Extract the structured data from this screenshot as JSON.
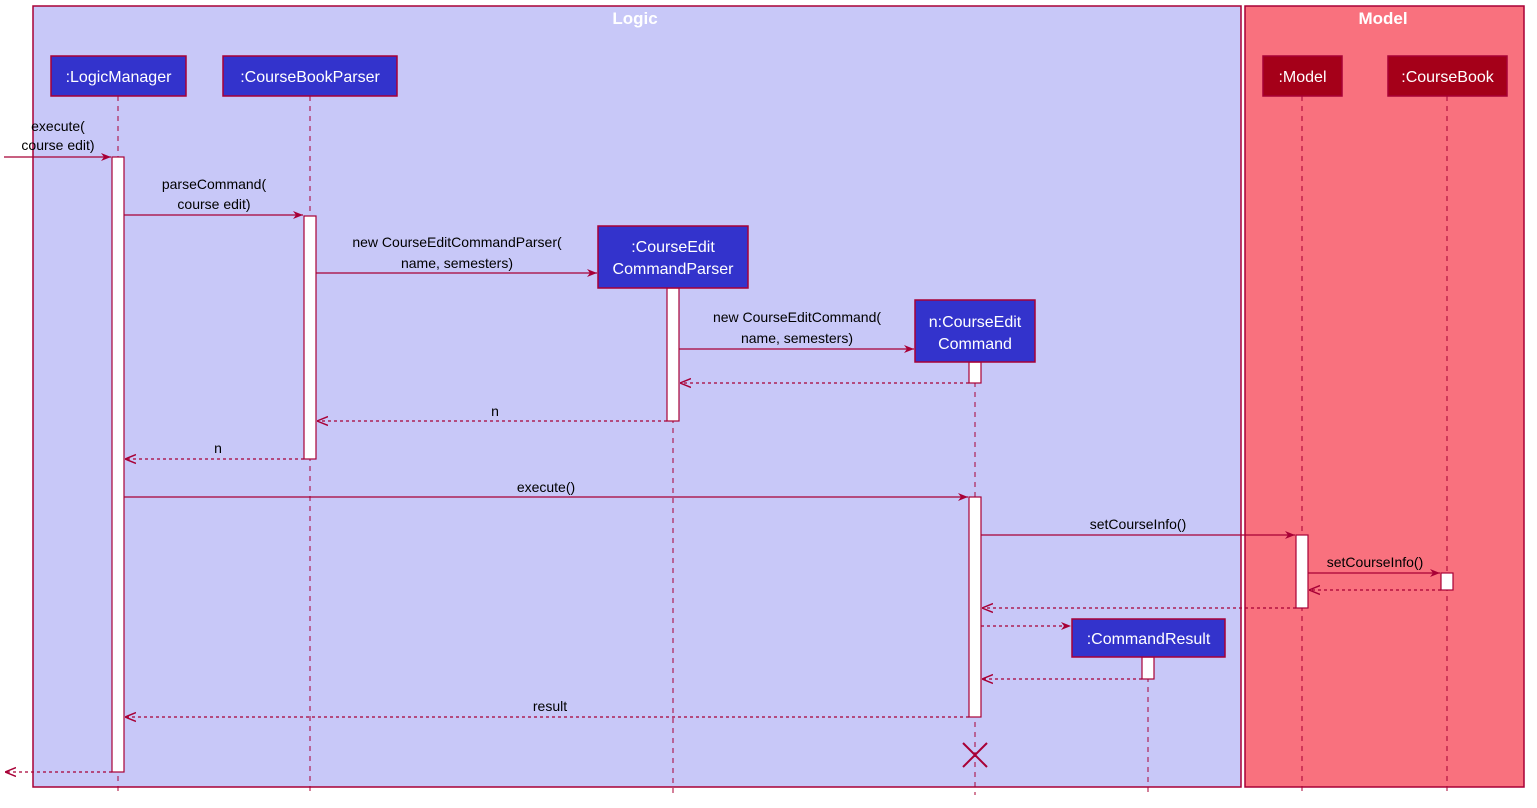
{
  "colors": {
    "logic_fill": "#c8c8f8",
    "model_fill": "#f9717e",
    "border": "#a80036",
    "participant_fill": "#3333cc",
    "model_participant_fill": "#a50019",
    "text_light": "#ffffff",
    "text_dark": "#000000"
  },
  "groups": {
    "logic": {
      "title": "Logic"
    },
    "model": {
      "title": "Model"
    }
  },
  "participants": {
    "logic_manager": {
      "label": ":LogicManager"
    },
    "coursebook_parser": {
      "label": ":CourseBookParser"
    },
    "edit_parser": {
      "label_line1": ":CourseEdit",
      "label_line2": "CommandParser"
    },
    "edit_command": {
      "label_line1": "n:CourseEdit",
      "label_line2": "Command"
    },
    "command_result": {
      "label": ":CommandResult"
    },
    "model": {
      "label": ":Model"
    },
    "coursebook": {
      "label": ":CourseBook"
    }
  },
  "messages": {
    "m_execute_in": {
      "line1": "execute(",
      "line2": "course edit)"
    },
    "m_parse": {
      "line1": "parseCommand(",
      "line2": "course edit)"
    },
    "m_new_parser": {
      "line1": "new CourseEditCommandParser(",
      "line2": "name, semesters)"
    },
    "m_new_command": {
      "line1": "new CourseEditCommand(",
      "line2": "name, semesters)"
    },
    "m_return_n_parser": {
      "label": "n"
    },
    "m_return_n_logic": {
      "label": "n"
    },
    "m_execute": {
      "label": "execute()"
    },
    "m_set_model": {
      "label": "setCourseInfo()"
    },
    "m_set_book": {
      "label": "setCourseInfo()"
    },
    "m_result": {
      "label": "result"
    }
  },
  "icons": {
    "destroy": "destroy-x-icon"
  }
}
